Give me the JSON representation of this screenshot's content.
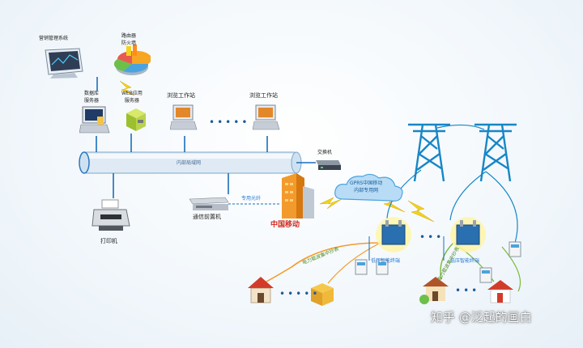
{
  "nodes": {
    "billing_system": "营销管理系统",
    "router_firewall": "路由器\n防火墙",
    "db_server": "数据库\n服务器",
    "web_server": "WEB应用\n服务器",
    "browse_ws_1": "浏览工作站",
    "browse_ws_2": "浏览工作站",
    "switch": "交换机",
    "lan": "内部局域网",
    "printer": "打印机",
    "comm_front": "通信前置机",
    "fiber": "专用光纤",
    "china_mobile": "中国移动",
    "gprs_cloud": "GPRS中国移动\n内部专用网",
    "lv_terminal_1": "低压智能终端",
    "lv_terminal_2": "低压智能终端",
    "meter_bus": "电力载波集中抄表",
    "meter_bus_2": "电力载波集中抄表"
  },
  "watermark": "知乎 @泛起的画白",
  "colors": {
    "wire_blue": "#1a6fb8",
    "bolt_yellow": "#f2d21b",
    "pipe": "#dce9f4",
    "tower": "#1786c6",
    "green_line": "#7ab83a",
    "orange_line": "#f39a2c"
  }
}
